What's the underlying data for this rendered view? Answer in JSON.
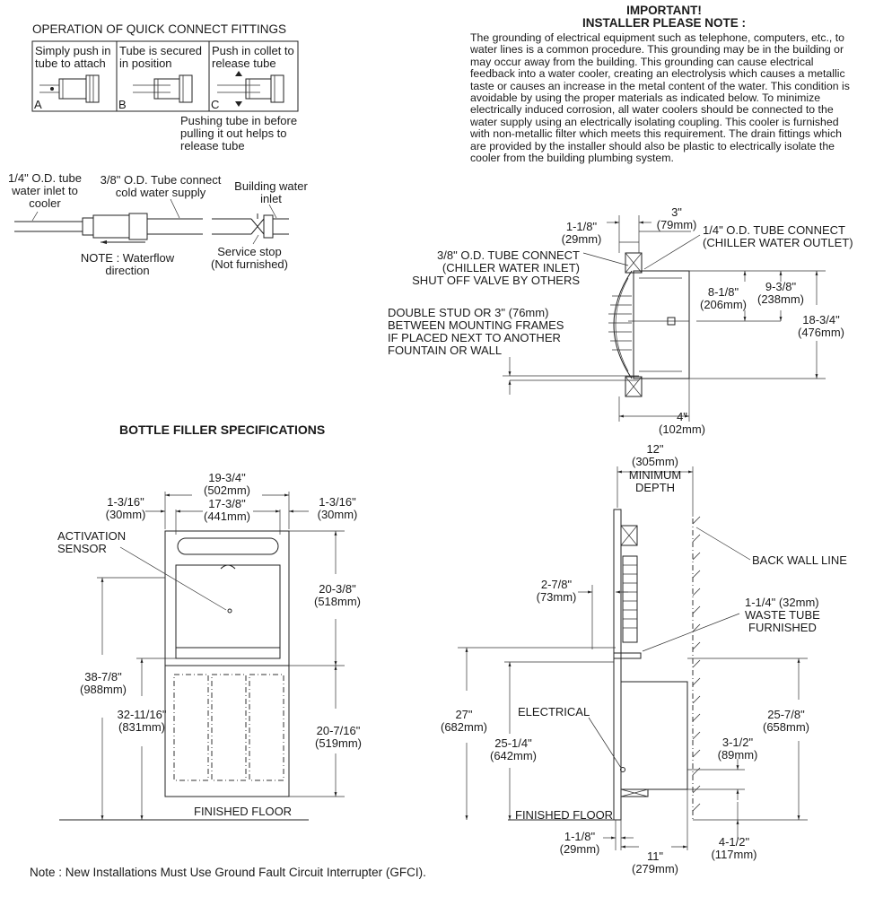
{
  "quick_connect": {
    "title": "OPERATION OF QUICK CONNECT FITTINGS",
    "cell_a_text": [
      "Simply push in",
      "tube to attach"
    ],
    "cell_a_letter": "A",
    "cell_b_text": [
      "Tube is secured",
      "in position"
    ],
    "cell_b_letter": "B",
    "cell_c_text": [
      "Push in collet to",
      "release tube"
    ],
    "cell_c_letter": "C",
    "push_note": [
      "Pushing tube in before",
      "pulling it out helps to",
      "release tube"
    ]
  },
  "supply": {
    "inlet_label": [
      "1/4\" O.D. tube",
      "water inlet to",
      "cooler"
    ],
    "cold_label": [
      "3/8\" O.D. Tube connect",
      "cold water supply"
    ],
    "building_label": [
      "Building water",
      "inlet"
    ],
    "waterflow_note": [
      "NOTE : Waterflow",
      "direction"
    ],
    "service_stop": [
      "Service stop",
      "(Not furnished)"
    ]
  },
  "important": {
    "heading": "IMPORTANT!",
    "subheading": "INSTALLER PLEASE NOTE :",
    "body": "The grounding of electrical equipment such as telephone, computers, etc., to water lines is a common procedure. This grounding may be in the building or may occur away from the building. This grounding can cause electrical feedback into a water cooler, creating an electrolysis which causes a metallic taste or causes an increase in the metal content of the water. This condition is avoidable by using the proper materials as indicated below. To minimize electrically induced corrosion, all water coolers should be connected to the water supply using an electrically isolating coupling. This cooler is furnished with non-metallic filter which meets this requirement. The drain fittings which are provided by the installer should also be plastic to electrically isolate the cooler from the building plumbing system."
  },
  "top_view": {
    "dim_1_1_8": [
      "1-1/8\"",
      "(29mm)"
    ],
    "dim_3": [
      "3\"",
      "(79mm)"
    ],
    "chiller_outlet": [
      "1/4\" O.D. TUBE CONNECT",
      "(CHILLER WATER OUTLET)"
    ],
    "chiller_inlet": [
      "3/8\" O.D. TUBE CONNECT",
      "(CHILLER WATER INLET)",
      "SHUT OFF VALVE BY OTHERS"
    ],
    "dim_8_1_8": [
      "8-1/8\"",
      "(206mm)"
    ],
    "dim_9_3_8": [
      "9-3/8\"",
      "(238mm)"
    ],
    "dim_18_3_4": [
      "18-3/4\"",
      "(476mm)"
    ],
    "double_stud": [
      "DOUBLE STUD OR 3\" (76mm)",
      "BETWEEN MOUNTING FRAMES",
      "IF PLACED NEXT TO ANOTHER",
      "FOUNTAIN OR WALL"
    ],
    "dim_4": [
      "4\"",
      "(102mm)"
    ]
  },
  "front_view": {
    "title": "BOTTLE FILLER SPECIFICATIONS",
    "dim_19_3_4": [
      "19-3/4\"",
      "(502mm)"
    ],
    "dim_17_3_8": [
      "17-3/8\"",
      "(441mm)"
    ],
    "dim_1_3_16_left": [
      "1-3/16\"",
      "(30mm)"
    ],
    "dim_1_3_16_right": [
      "1-3/16\"",
      "(30mm)"
    ],
    "activation": [
      "ACTIVATION",
      "SENSOR"
    ],
    "dim_20_3_8": [
      "20-3/8\"",
      "(518mm)"
    ],
    "dim_38_7_8": [
      "38-7/8\"",
      "(988mm)"
    ],
    "dim_32_11_16": [
      "32-11/16\"",
      "(831mm)"
    ],
    "dim_20_7_16": [
      "20-7/16\"",
      "(519mm)"
    ],
    "floor": "FINISHED FLOOR"
  },
  "side_view": {
    "dim_12": [
      "12\"",
      "(305mm)",
      "MINIMUM",
      "DEPTH"
    ],
    "back_wall": "BACK WALL LINE",
    "dim_2_7_8": [
      "2-7/8\"",
      "(73mm)"
    ],
    "waste_tube": [
      "1-1/4\" (32mm)",
      "WASTE TUBE",
      "FURNISHED"
    ],
    "dim_27": [
      "27\"",
      "(682mm)"
    ],
    "electrical": "ELECTRICAL",
    "dim_25_1_4": [
      "25-1/4\"",
      "(642mm)"
    ],
    "dim_25_7_8": [
      "25-7/8\"",
      "(658mm)"
    ],
    "dim_3_1_2": [
      "3-1/2\"",
      "(89mm)"
    ],
    "floor": "FINISHED FLOOR",
    "dim_1_1_8": [
      "1-1/8\"",
      "(29mm)"
    ],
    "dim_11": [
      "11\"",
      "(279mm)"
    ],
    "dim_4_1_2": [
      "4-1/2\"",
      "(117mm)"
    ]
  },
  "footer_note": "Note : New Installations Must Use Ground Fault Circuit Interrupter (GFCI)."
}
